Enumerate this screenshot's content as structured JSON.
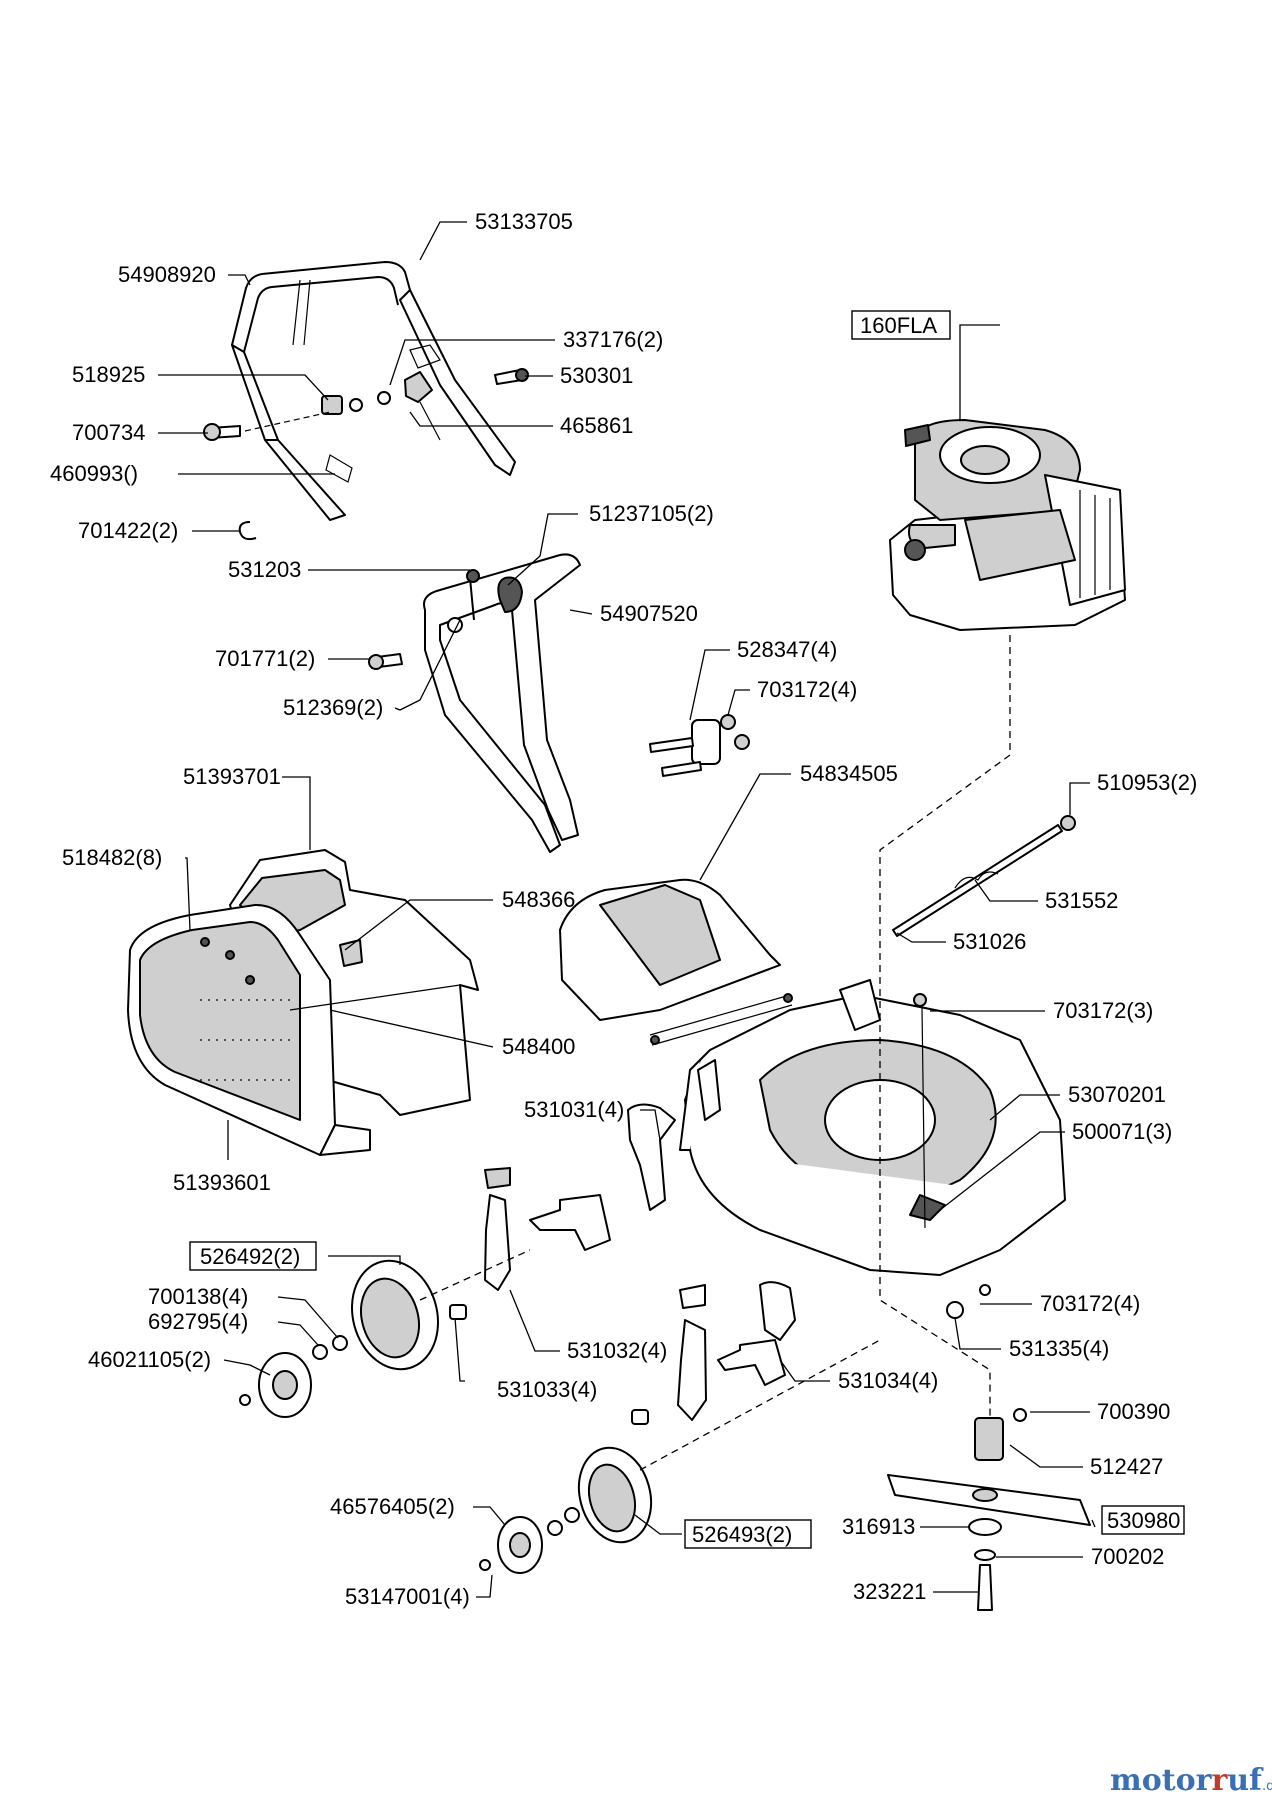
{
  "labels": {
    "p53133705": "53133705",
    "p54908920": "54908920",
    "p160FLA": "160FLA",
    "p337176": "337176(2)",
    "p518925": "518925",
    "p530301": "530301",
    "p700734": "700734",
    "p465861": "465861",
    "p460993": "460993()",
    "p701422": "701422(2)",
    "p51237105": "51237105(2)",
    "p531203": "531203",
    "p54907520": "54907520",
    "p701771": "701771(2)",
    "p528347": "528347(4)",
    "p703172a": "703172(4)",
    "p512369": "512369(2)",
    "p51393701": "51393701",
    "p54834505": "54834505",
    "p510953": "510953(2)",
    "p518482": "518482(8)",
    "p548366": "548366",
    "p531552": "531552",
    "p531026": "531026",
    "p703172b": "703172(3)",
    "p548400": "548400",
    "p53070201": "53070201",
    "p531031": "531031(4)",
    "p500071": "500071(3)",
    "p51393601": "51393601",
    "p526492": "526492(2)",
    "p700138": "700138(4)",
    "p703172c": "703172(4)",
    "p692795": "692795(4)",
    "p531335": "531335(4)",
    "p531032": "531032(4)",
    "p46021105": "46021105(2)",
    "p531034": "531034(4)",
    "p531033": "531033(4)",
    "p700390": "700390",
    "p512427": "512427",
    "p46576405": "46576405(2)",
    "p316913": "316913",
    "p530980": "530980",
    "p526493": "526493(2)",
    "p700202": "700202",
    "p323221": "323221",
    "p53147001": "53147001(4)"
  },
  "watermark": {
    "brand_a": "motor",
    "brand_b": "uf",
    "tld": ".de"
  }
}
